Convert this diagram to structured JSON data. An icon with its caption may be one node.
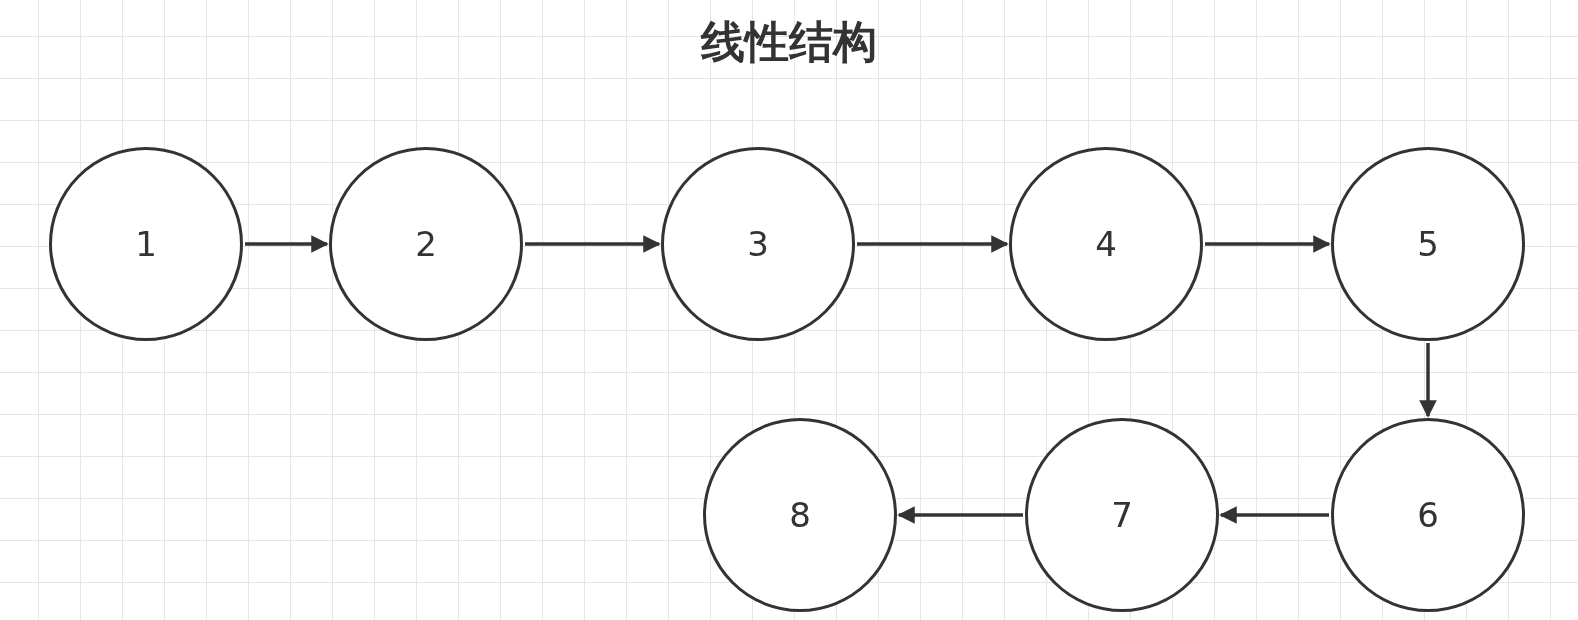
{
  "diagram": {
    "title": "线性结构",
    "nodes": [
      {
        "text": [
          "1"
        ]
      },
      {
        "text": [
          "2"
        ]
      },
      {
        "text": [
          "3"
        ]
      },
      {
        "text": [
          "4"
        ]
      },
      {
        "text": [
          "5"
        ]
      },
      {
        "text": [
          "6"
        ]
      },
      {
        "text": [
          "7"
        ]
      },
      {
        "text": [
          "8"
        ]
      }
    ],
    "edges": [
      {
        "from": 0,
        "to": 1,
        "arrow": "to"
      },
      {
        "from": 1,
        "to": 2,
        "arrow": "to"
      },
      {
        "from": 2,
        "to": 3,
        "arrow": "to"
      },
      {
        "from": 3,
        "to": 4,
        "arrow": "to"
      },
      {
        "from": 4,
        "to": 5,
        "arrow": "to"
      },
      {
        "from": 5,
        "to": 6,
        "arrow": "to"
      },
      {
        "from": 6,
        "to": 7,
        "arrow": "to"
      }
    ]
  }
}
